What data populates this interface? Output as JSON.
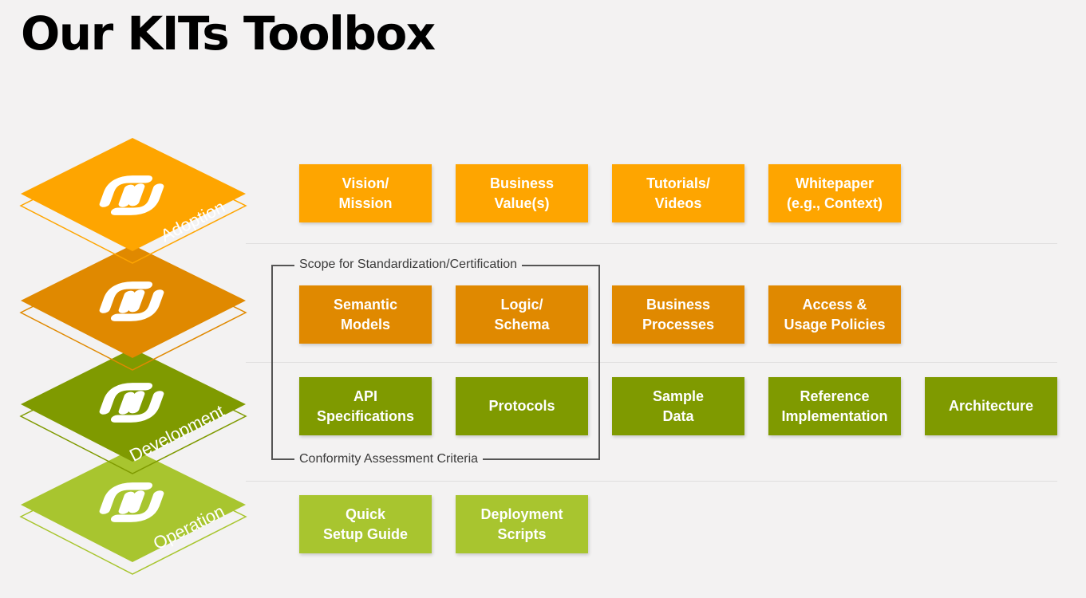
{
  "title": "Our KITs Toolbox",
  "colors": {
    "adoption": "#fea500",
    "adoption_dark": "#e08900",
    "development": "#7f9a00",
    "operation": "#a8c52f",
    "background": "#f3f2f2"
  },
  "layers": [
    {
      "name": "Adoption",
      "color": "#fea500"
    },
    {
      "name": "",
      "color": "#e08900"
    },
    {
      "name": "Development",
      "color": "#7f9a00"
    },
    {
      "name": "Operation",
      "color": "#a8c52f"
    }
  ],
  "layer_icon": "kits-logo-icon",
  "bracket": {
    "top_label": "Scope for Standardization/Certification",
    "bottom_label": "Conformity Assessment Criteria"
  },
  "rows": [
    {
      "layer": "Adoption",
      "items": [
        "Vision/\nMission",
        "Business\nValue(s)",
        "Tutorials/\nVideos",
        "Whitepaper\n(e.g., Context)"
      ]
    },
    {
      "layer": "Adoption",
      "items": [
        "Semantic\nModels",
        "Logic/\nSchema",
        "Business\nProcesses",
        "Access &\nUsage Policies"
      ]
    },
    {
      "layer": "Development",
      "items": [
        "API\nSpecifications",
        "Protocols",
        "Sample\nData",
        "Reference\nImplementation",
        "Architecture"
      ]
    },
    {
      "layer": "Operation",
      "items": [
        "Quick\nSetup Guide",
        "Deployment\nScripts"
      ]
    }
  ]
}
